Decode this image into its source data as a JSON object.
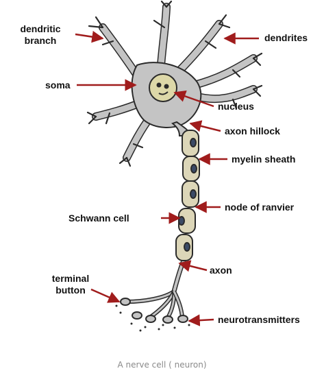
{
  "labels": {
    "dendritic_branch_1": "dendritic",
    "dendritic_branch_2": "branch",
    "dendrites": "dendrites",
    "soma": "soma",
    "nucleus": "nucleus",
    "axon_hillock": "axon hillock",
    "myelin_sheath": "myelin sheath",
    "node_of_ranvier": "node of ranvier",
    "schwann_cell": "Schwann cell",
    "axon": "axon",
    "terminal_button_1": "terminal",
    "terminal_button_2": "button",
    "neurotransmitters": "neurotransmitters"
  },
  "caption": "A nerve cell ( neuron)",
  "colors": {
    "cell_fill": "#c4c4c4",
    "cell_outline": "#2a2a2a",
    "nucleus_fill": "#ddd8a8",
    "myelin_fill": "#dcd6b8",
    "schwann_nucleus": "#3b4a66",
    "arrow": "#a01c1c"
  }
}
